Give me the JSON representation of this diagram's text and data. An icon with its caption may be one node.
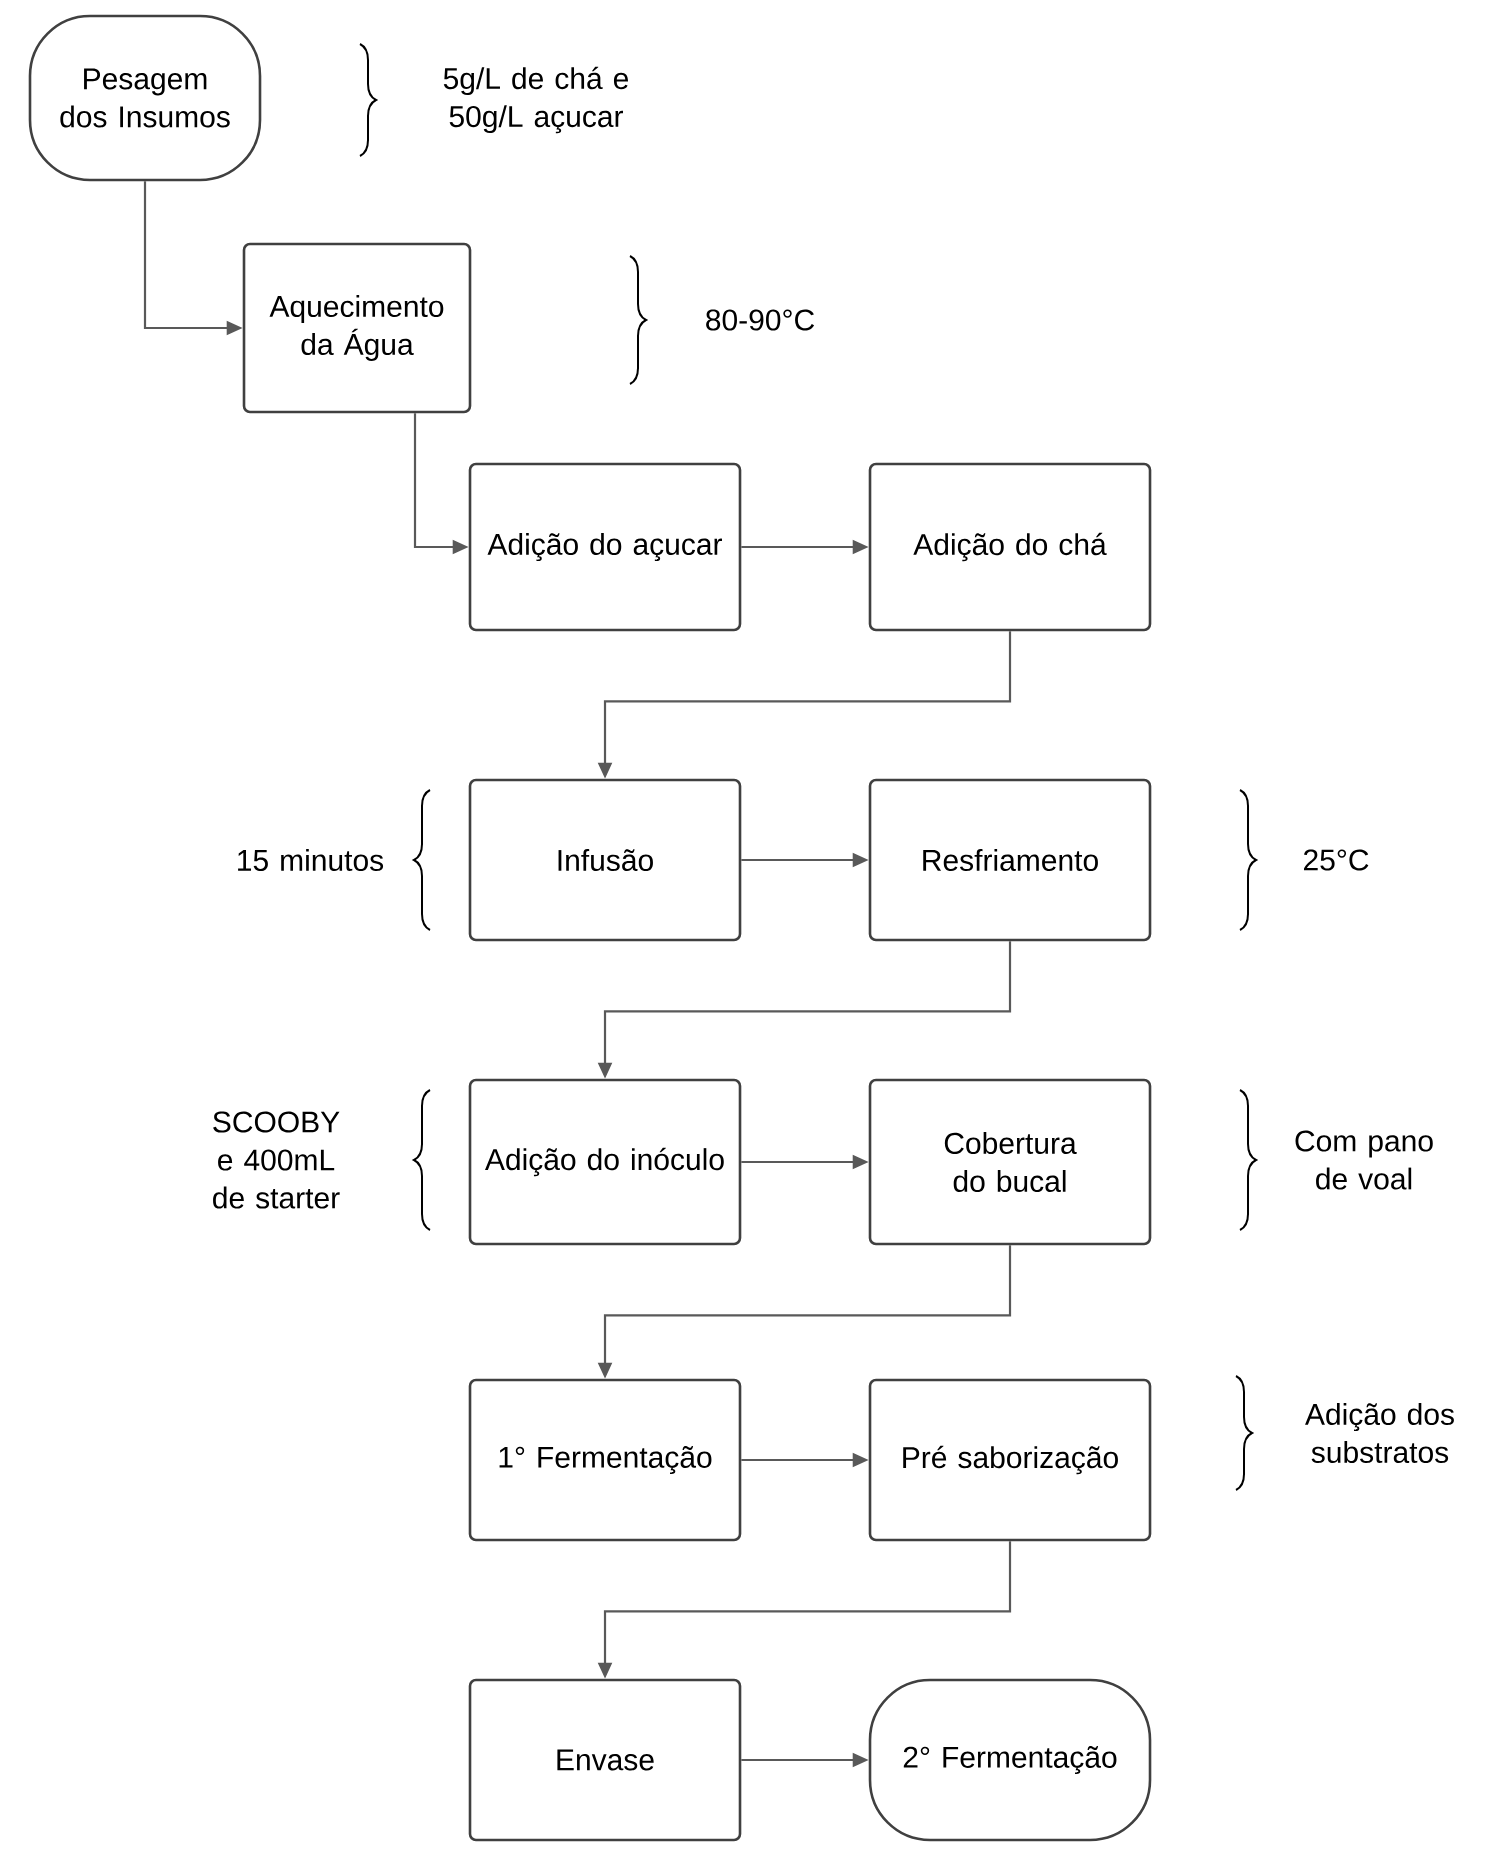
{
  "diagram": {
    "nodes": [
      {
        "text": [
          "Pesagem dos Insumos"
        ]
      },
      {
        "text": [
          "Aquecimento da Água"
        ]
      },
      {
        "text": [
          "Adição do açucar"
        ]
      },
      {
        "text": [
          "Adição do chá"
        ]
      },
      {
        "text": [
          "Infusão"
        ]
      },
      {
        "text": [
          "Resfriamento"
        ]
      },
      {
        "text": [
          "Adição do inóculo"
        ]
      },
      {
        "text": [
          "Cobertura do bucal"
        ]
      },
      {
        "text": [
          "1° Fermentação"
        ]
      },
      {
        "text": [
          "Pré saborização"
        ]
      },
      {
        "text": [
          "Envase"
        ]
      },
      {
        "text": [
          "2° Fermentação"
        ]
      }
    ],
    "edges": [
      {
        "from": 0,
        "to": 1,
        "arrow": "to"
      },
      {
        "from": 1,
        "to": 2,
        "arrow": "to"
      },
      {
        "from": 2,
        "to": 3,
        "arrow": "to"
      },
      {
        "from": 3,
        "to": 4,
        "arrow": "to"
      },
      {
        "from": 4,
        "to": 5,
        "arrow": "to"
      },
      {
        "from": 5,
        "to": 6,
        "arrow": "to"
      },
      {
        "from": 6,
        "to": 7,
        "arrow": "to"
      },
      {
        "from": 7,
        "to": 8,
        "arrow": "to"
      },
      {
        "from": 8,
        "to": 9,
        "arrow": "to"
      },
      {
        "from": 9,
        "to": 10,
        "arrow": "to"
      },
      {
        "from": 10,
        "to": 11,
        "arrow": "to"
      }
    ],
    "labels": [
      "5g/L de chá e 50g/L açucar",
      "80-90°C",
      "15 minutos",
      "25°C",
      "SCOOBY e 400mL de starter",
      "Com pano de voal",
      "Adição dos substratos"
    ]
  }
}
